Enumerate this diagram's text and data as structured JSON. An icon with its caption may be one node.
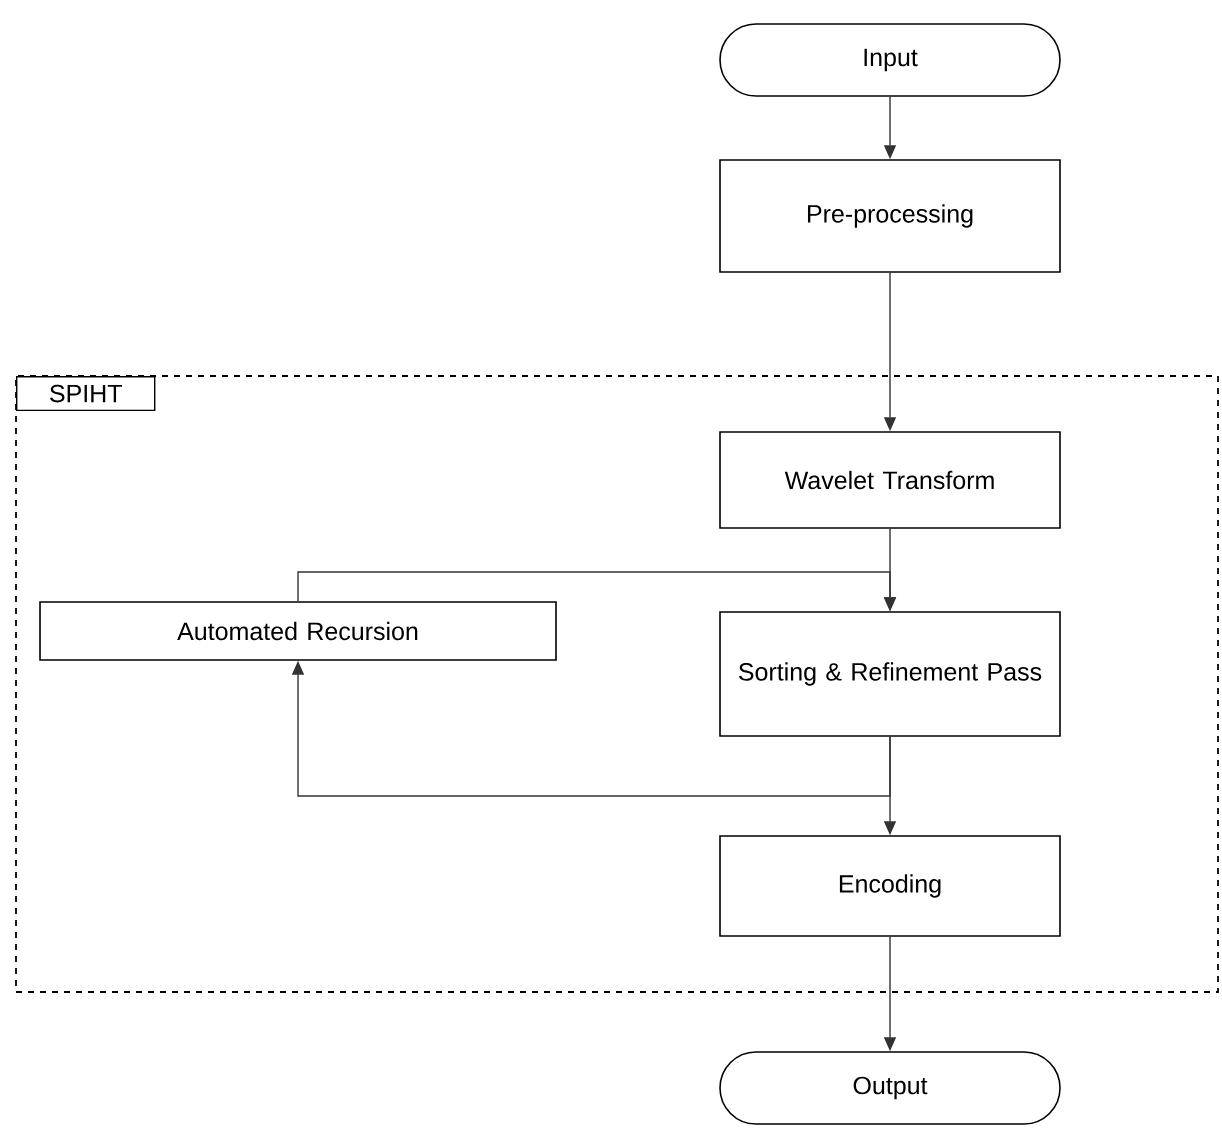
{
  "diagram": {
    "nodes": [
      {
        "text": [
          "Input"
        ]
      },
      {
        "text": [
          "Pre-processing"
        ]
      },
      {
        "text": [
          "SPIHT"
        ]
      },
      {
        "text": [
          "Wavelet Transform"
        ],
        "in": 2
      },
      {
        "text": [
          "Automated Recursion"
        ],
        "in": 2
      },
      {
        "text": [
          "Sorting & Refinement Pass"
        ],
        "in": 2
      },
      {
        "text": [
          "Encoding"
        ],
        "in": 2
      },
      {
        "text": [
          "Output"
        ]
      }
    ],
    "edges": [
      {
        "from": 0,
        "to": 1,
        "arrow": "to"
      },
      {
        "from": 1,
        "to": 3,
        "arrow": "to"
      },
      {
        "from": 3,
        "to": 5,
        "arrow": "to"
      },
      {
        "from": 5,
        "to": 6,
        "arrow": "to"
      },
      {
        "from": 6,
        "to": 7,
        "arrow": "to"
      },
      {
        "from": 5,
        "to": 4,
        "arrow": "to"
      },
      {
        "from": 4,
        "to": 5,
        "arrow": "to"
      }
    ]
  }
}
